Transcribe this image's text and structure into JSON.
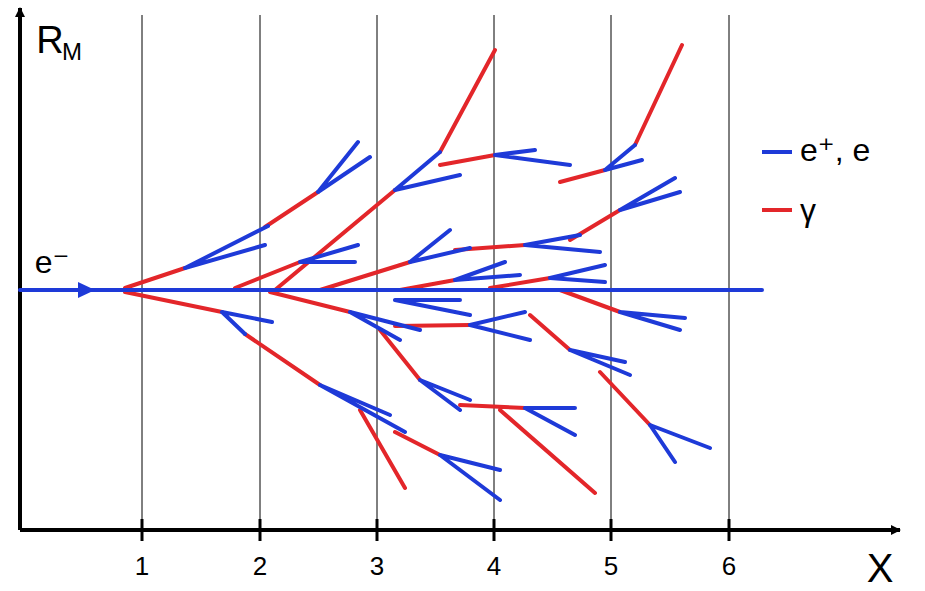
{
  "diagram": {
    "labels": [
      "R",
      "M",
      "e⁻",
      "1",
      "2",
      "3",
      "4",
      "5",
      "6",
      "X"
    ],
    "legend": [
      {
        "text": "e⁺, e"
      },
      {
        "text": "γ"
      }
    ]
  }
}
